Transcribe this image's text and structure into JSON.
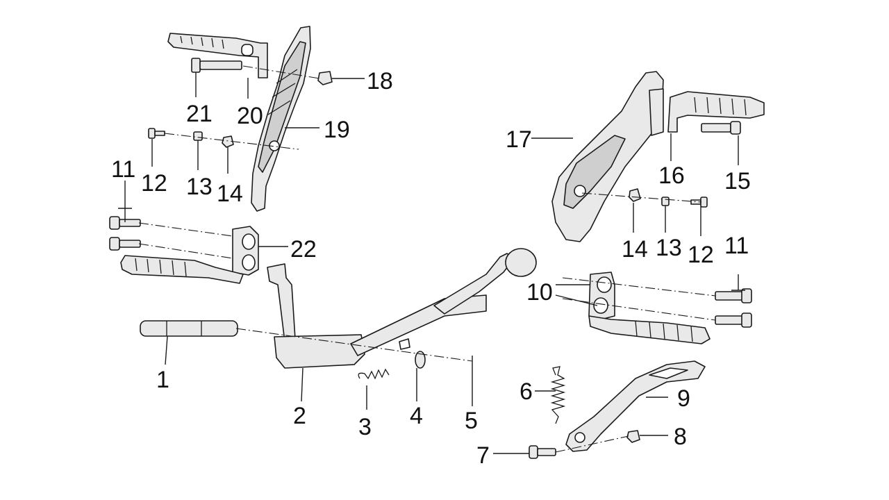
{
  "diagram": {
    "callouts": {
      "c1": "1",
      "c2": "2",
      "c3": "3",
      "c4": "4",
      "c5": "5",
      "c6": "6",
      "c7": "7",
      "c8": "8",
      "c9": "9",
      "c10": "10",
      "c11a": "11",
      "c11b": "11",
      "c12a": "12",
      "c12b": "12",
      "c13a": "13",
      "c13b": "13",
      "c14a": "14",
      "c14b": "14",
      "c15": "15",
      "c16": "16",
      "c17": "17",
      "c18": "18",
      "c19": "19",
      "c20": "20",
      "c21": "21",
      "c22": "22"
    }
  }
}
